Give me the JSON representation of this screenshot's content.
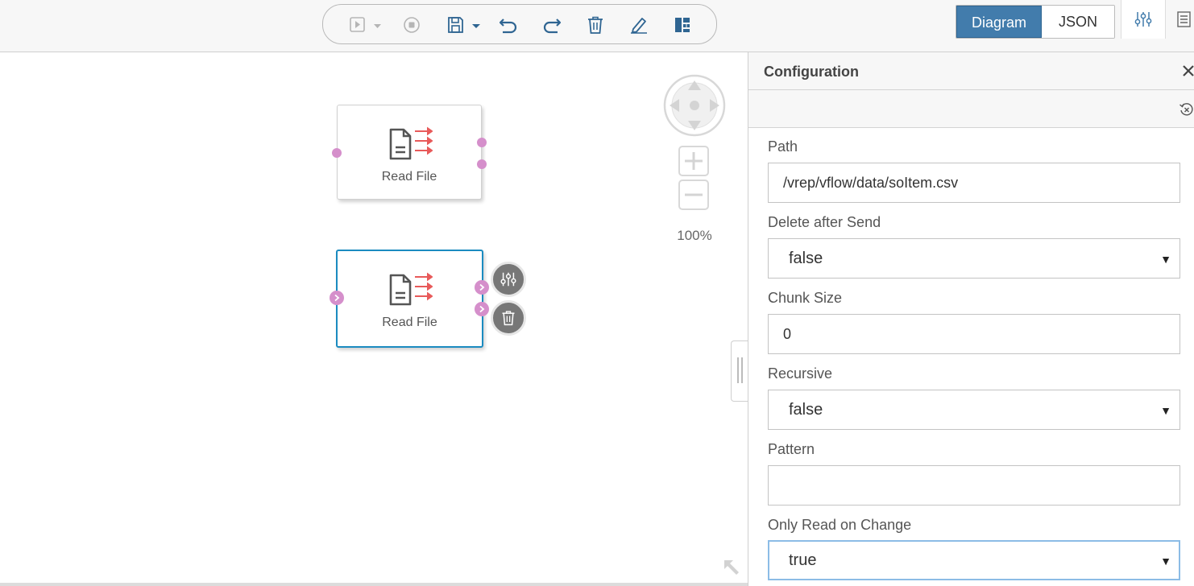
{
  "toolbar": {
    "buttons": [
      "run-icon",
      "stop-icon",
      "save-icon",
      "undo-icon",
      "redo-icon",
      "delete-icon",
      "edit-icon",
      "layout-icon"
    ]
  },
  "view_toggle": {
    "diagram": "Diagram",
    "json": "JSON",
    "active": "Diagram"
  },
  "canvas": {
    "nodes": [
      {
        "label": "Read File",
        "selected": false
      },
      {
        "label": "Read File",
        "selected": true
      }
    ],
    "zoom": "100%"
  },
  "config": {
    "title": "Configuration",
    "fields": {
      "path": {
        "label": "Path",
        "value": "/vrep/vflow/data/soItem.csv"
      },
      "delete_after_send": {
        "label": "Delete after Send",
        "value": "false"
      },
      "chunk_size": {
        "label": "Chunk Size",
        "value": "0"
      },
      "recursive": {
        "label": "Recursive",
        "value": "false"
      },
      "pattern": {
        "label": "Pattern",
        "value": ""
      },
      "only_read_on_change": {
        "label": "Only Read on Change",
        "value": "true"
      }
    }
  },
  "colors": {
    "accent": "#427cac",
    "selection": "#1b8bc0",
    "port": "#d58fcb",
    "file_arrows": "#e85a5a"
  }
}
